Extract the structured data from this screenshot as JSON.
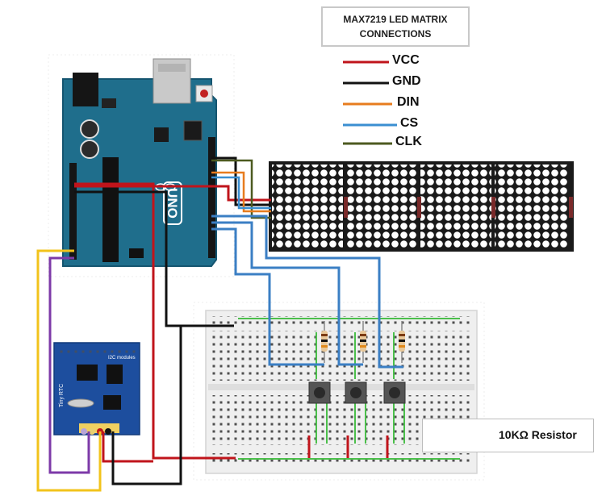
{
  "title": {
    "line1": "MAX7219 LED MATRIX",
    "line2": "CONNECTIONS"
  },
  "legend": [
    {
      "label": "VCC",
      "color": "#c0141b"
    },
    {
      "label": "GND",
      "color": "#111111"
    },
    {
      "label": "DIN",
      "color": "#e77c1e"
    },
    {
      "label": "CS",
      "color": "#3b8fd1"
    },
    {
      "label": "CLK",
      "color": "#4d5a20"
    }
  ],
  "resistor_label": "10KΩ Resistor",
  "arduino": {
    "logo": "UNO"
  },
  "rtc": {
    "label": "Tiny RTC",
    "sublabel": "I2C modules"
  },
  "colors": {
    "board_blue": "#1f6e8c",
    "rtc_blue": "#1d4e9e",
    "wire_yellow": "#f2c31b",
    "wire_purple": "#7d3aa8",
    "wire_blue": "#3b7fc4"
  }
}
